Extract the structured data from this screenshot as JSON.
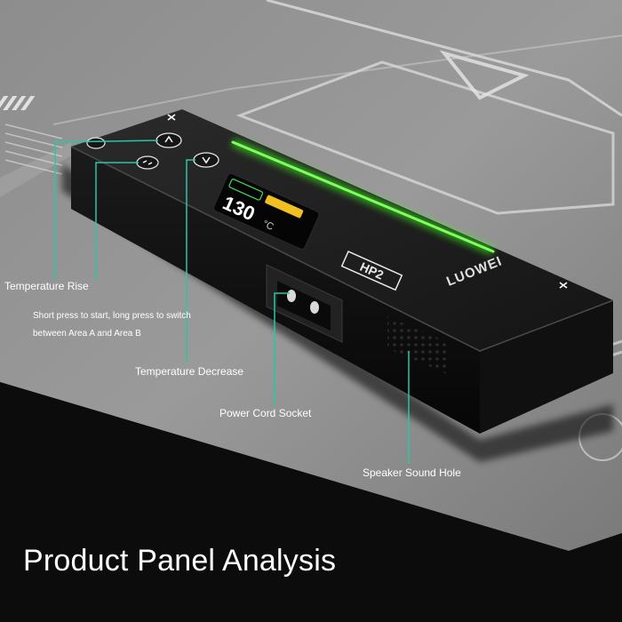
{
  "page": {
    "title": "Product Panel Analysis"
  },
  "callouts": {
    "temperature_rise": "Temperature Rise",
    "start_switch_hint": "Short press to start, long press to switch between Area A and Area B",
    "temperature_decrease": "Temperature Decrease",
    "power_cord_socket": "Power Cord Socket",
    "speaker_sound_hole": "Speaker Sound Hole"
  },
  "device": {
    "display_reading": "130",
    "display_unit": "°C",
    "model_badge": "HP2",
    "brand_name": "LUOWEI"
  },
  "colors": {
    "callout_line": "#26c9a3",
    "led_strip": "#4cff2e",
    "display_accent": "#f0c020",
    "display_green": "#3ddc5a"
  },
  "icons": {
    "rise": "up-arrow-button-icon",
    "mode": "mode-switch-button-icon",
    "decrease": "down-arrow-button-icon",
    "power": "power-socket-icon",
    "speaker": "speaker-grille-icon"
  }
}
